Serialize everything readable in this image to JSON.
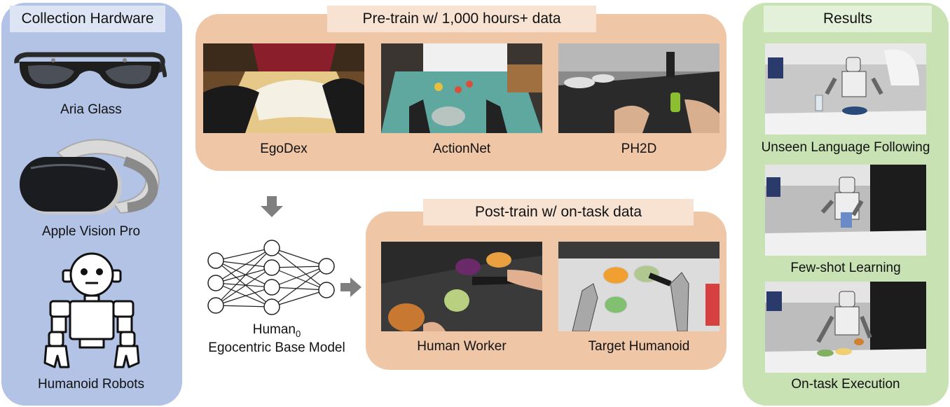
{
  "hardware": {
    "title": "Collection Hardware",
    "items": [
      {
        "label": "Aria Glass",
        "icon": "aria-glasses-icon"
      },
      {
        "label": "Apple Vision Pro",
        "icon": "vr-headset-icon"
      },
      {
        "label": "Humanoid Robots",
        "icon": "humanoid-robot-icon"
      }
    ]
  },
  "pretrain": {
    "title": "Pre-train w/ 1,000 hours+ data",
    "datasets": [
      "EgoDex",
      "ActionNet",
      "PH2D"
    ]
  },
  "model": {
    "name": "Human",
    "subscript": "0",
    "subtitle": "Egocentric Base Model"
  },
  "posttrain": {
    "title": "Post-train w/ on-task data",
    "sources": [
      "Human Worker",
      "Target Humanoid"
    ]
  },
  "results": {
    "title": "Results",
    "items": [
      "Unseen Language Following",
      "Few-shot Learning",
      "On-task Execution"
    ]
  },
  "colors": {
    "hardware_panel": "#b2c3e6",
    "data_panel": "#efc7a6",
    "results_panel": "#c8e2b4",
    "arrow": "#7f7f7f"
  }
}
